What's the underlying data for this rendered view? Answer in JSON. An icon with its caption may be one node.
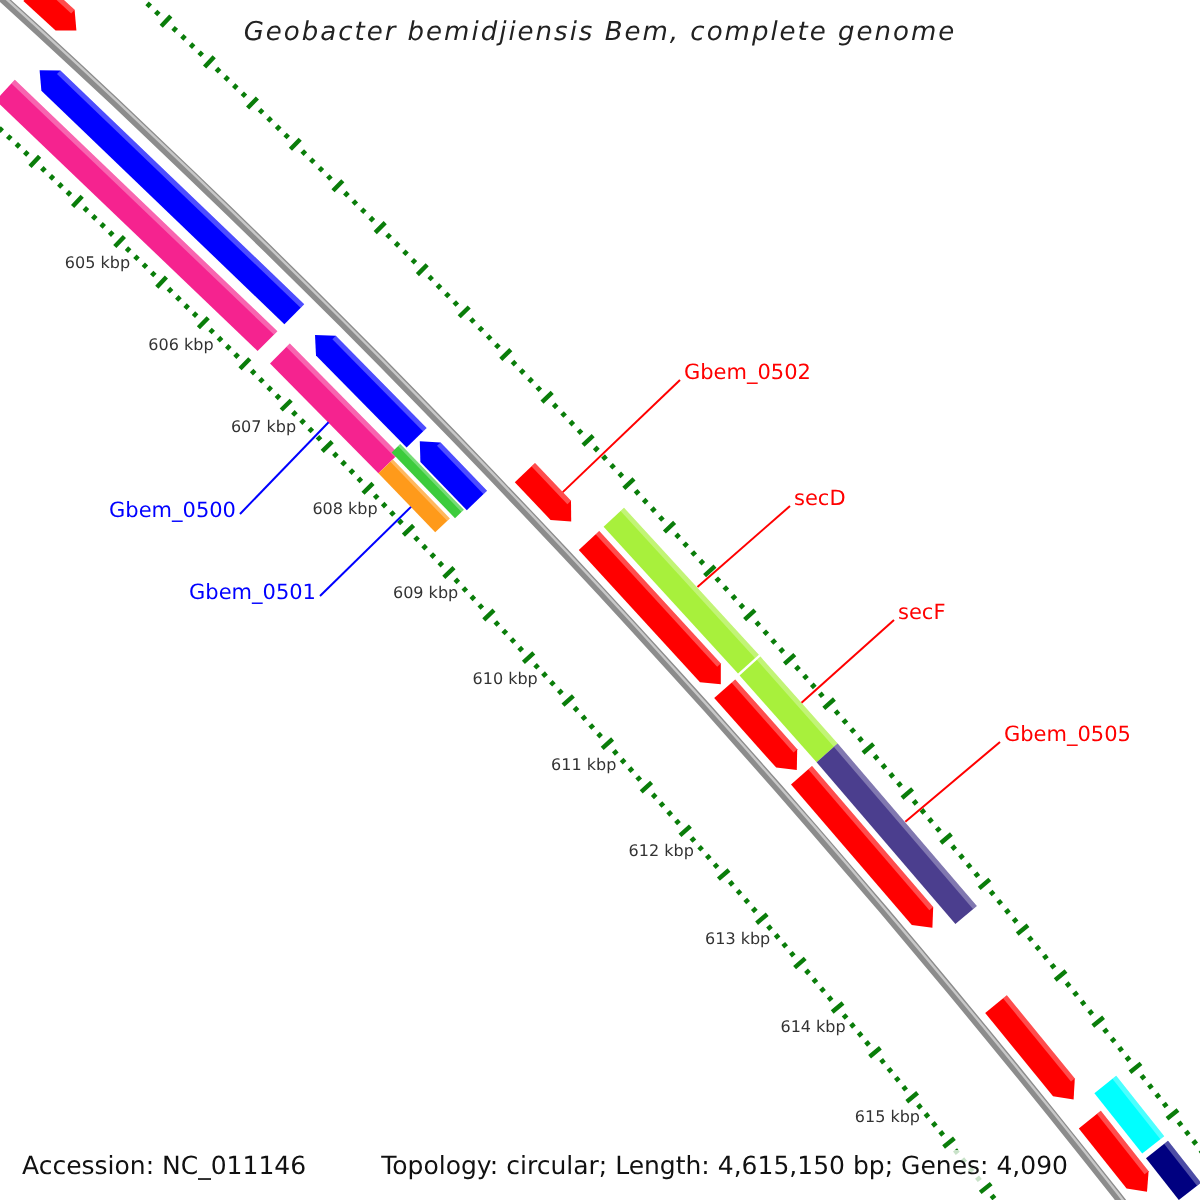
{
  "diagram": {
    "title": "Geobacter bemidjiensis Bem, complete genome",
    "nodes": [
      {
        "text": [],
        "shape": "arrow"
      },
      {
        "text": [],
        "shape": "arrow"
      },
      {
        "text": [],
        "shape": "bar"
      },
      {
        "text": [],
        "shape": "arrow"
      },
      {
        "text": [],
        "shape": "bar"
      },
      {
        "text": [
          "Gbem_0500"
        ]
      },
      {
        "text": [],
        "shape": "arrow"
      },
      {
        "text": [],
        "shape": "bar"
      },
      {
        "text": [],
        "shape": "bar"
      },
      {
        "text": [
          "Gbem_0501"
        ]
      },
      {
        "text": [
          "Gbem_0502"
        ]
      },
      {
        "text": [],
        "shape": "arrow"
      },
      {
        "text": [
          "secD"
        ]
      },
      {
        "text": [],
        "shape": "bar"
      },
      {
        "text": [],
        "shape": "arrow"
      },
      {
        "text": [
          "secF"
        ]
      },
      {
        "text": [],
        "shape": "bar"
      },
      {
        "text": [],
        "shape": "arrow"
      },
      {
        "text": [
          "Gbem_0505"
        ]
      },
      {
        "text": [],
        "shape": "bar"
      },
      {
        "text": [],
        "shape": "arrow"
      },
      {
        "text": [],
        "shape": "arrow"
      },
      {
        "text": [],
        "shape": "arrow"
      },
      {
        "text": [],
        "shape": "bar"
      },
      {
        "text": [],
        "shape": "bar"
      }
    ],
    "edges": [
      {
        "from": 5,
        "to": 4,
        "arrow": "none",
        "color": "#0000ff"
      },
      {
        "from": 9,
        "to": 8,
        "arrow": "none",
        "color": "#0000ff"
      },
      {
        "from": 10,
        "to": 11,
        "arrow": "none"
      },
      {
        "from": 12,
        "to": 13,
        "arrow": "none"
      },
      {
        "from": 15,
        "to": 16,
        "arrow": "none"
      },
      {
        "from": 18,
        "to": 19,
        "arrow": "none"
      }
    ],
    "labels": [
      "605 kbp",
      "606 kbp",
      "607 kbp",
      "608 kbp",
      "609 kbp",
      "610 kbp",
      "611 kbp",
      "612 kbp",
      "613 kbp",
      "614 kbp",
      "615 kbp",
      "Accession: NC_011146",
      "Topology: circular; Length: 4,615,150 bp; Genes: 4,090"
    ]
  }
}
